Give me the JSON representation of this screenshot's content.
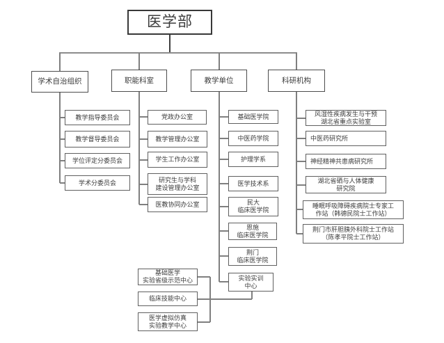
{
  "org": {
    "root": {
      "label": "医学部"
    },
    "branches": [
      {
        "label": "学术自治组织",
        "children": [
          "教学指导委员会",
          "教学督导委员会",
          "学位评定分委员会",
          "学术分委员会"
        ]
      },
      {
        "label": "职能科室",
        "children": [
          "党政办公室",
          "教学管理办公室",
          "学生工作办公室",
          "研究生与学科\n建设管理办公室",
          "医教协同办公室"
        ]
      },
      {
        "label": "教学单位",
        "children": [
          "基础医学院",
          "中医药学院",
          "护理学系",
          "医学技术系",
          "民大\n临床医学院",
          "恩施\n临床医学院",
          "荆门\n临床医学院",
          "实验实训\n中心"
        ]
      },
      {
        "label": "科研机构",
        "children": [
          "风湿性疾病发生与干预\n湖北省重点实验室",
          "中医药研究所",
          "神经精神共患病研究所",
          "湖北省硒与人体健康\n研究院",
          "睡眠呼吸障碍疾病院士专家工\n作站（韩德民院士工作站）",
          "荆门市肝胆胰外科院士工作站\n（陈孝平院士工作站）"
        ]
      }
    ],
    "training_center_children": [
      "基础医学\n实验省级示范中心",
      "临床技能中心",
      "医学虚拟仿真\n实验教学中心"
    ]
  },
  "colors": {
    "background": "#ffffff",
    "box_border": "#5f5f5f",
    "root_border": "#383838",
    "line_gray": "#7f7f7f",
    "line_dark": "#3f3f3f",
    "text": "#3c3c3c"
  }
}
